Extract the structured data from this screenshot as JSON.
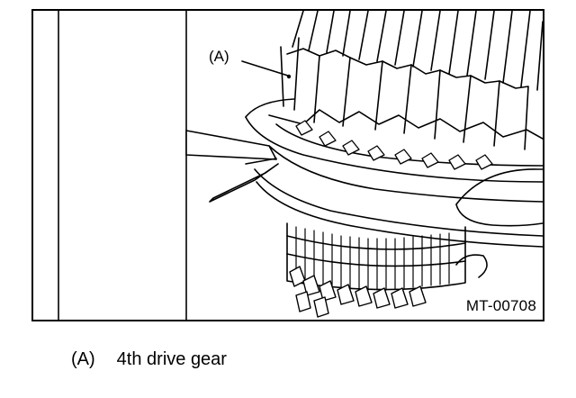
{
  "figure": {
    "callout_label": "(A)",
    "figure_id": "MT-00708"
  },
  "caption": {
    "marker": "(A)",
    "text": "4th drive gear"
  }
}
